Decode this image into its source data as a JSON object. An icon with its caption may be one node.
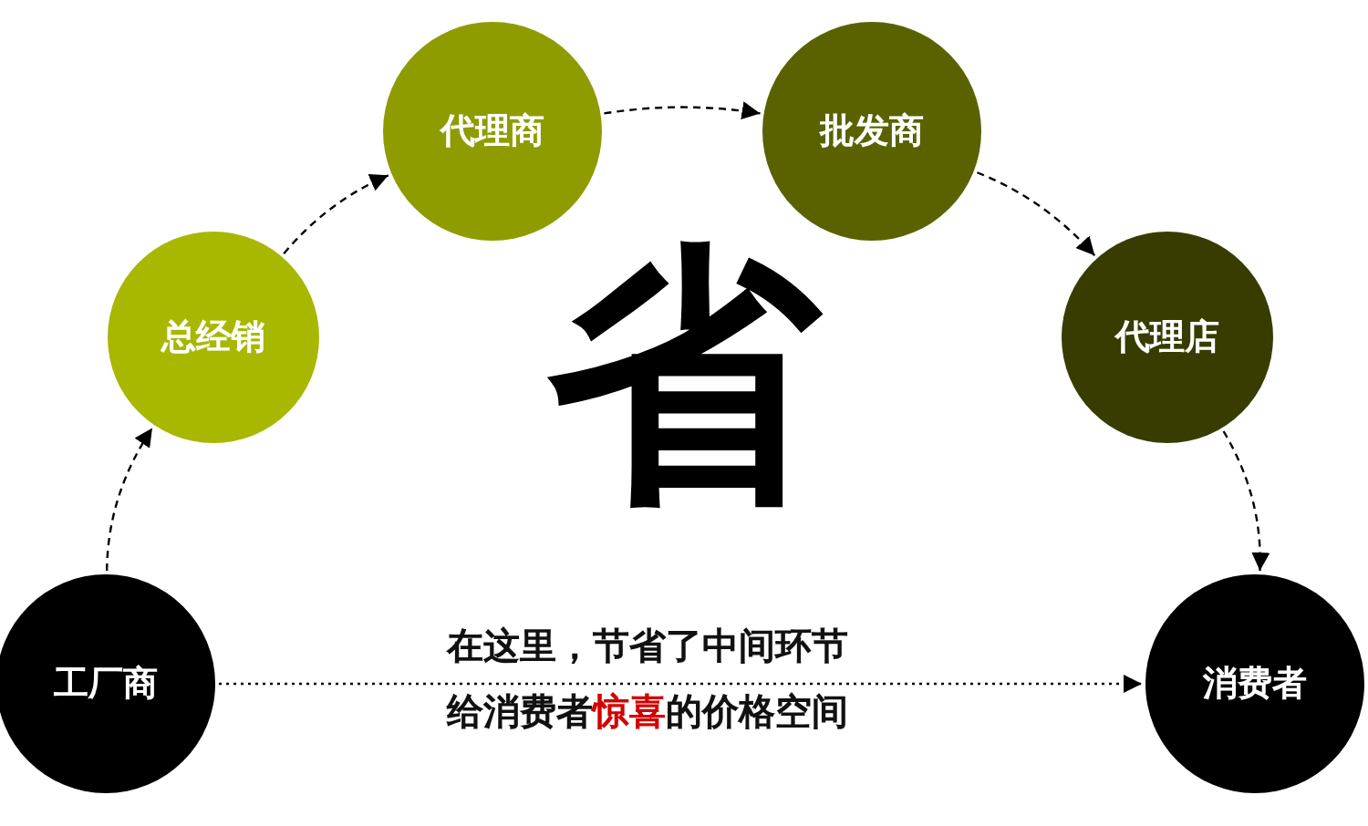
{
  "diagram": {
    "nodes": [
      {
        "text": [
          "工厂商"
        ]
      },
      {
        "text": [
          "总经销"
        ]
      },
      {
        "text": [
          "代理商"
        ]
      },
      {
        "text": [
          "批发商"
        ]
      },
      {
        "text": [
          "代理店"
        ]
      },
      {
        "text": [
          "消费者"
        ]
      }
    ],
    "edges": [
      {
        "from": 0,
        "to": 1,
        "arrow": "to",
        "style": "dashed"
      },
      {
        "from": 1,
        "to": 2,
        "arrow": "to",
        "style": "dashed"
      },
      {
        "from": 2,
        "to": 3,
        "arrow": "to",
        "style": "dashed"
      },
      {
        "from": 3,
        "to": 4,
        "arrow": "to",
        "style": "dashed"
      },
      {
        "from": 4,
        "to": 5,
        "arrow": "to",
        "style": "dashed"
      },
      {
        "from": 0,
        "to": 5,
        "arrow": "to",
        "style": "dashed"
      }
    ],
    "labels": [
      "省",
      "在这里，节省了中间环节",
      "给消费者**惊喜**的价格空间"
    ]
  }
}
